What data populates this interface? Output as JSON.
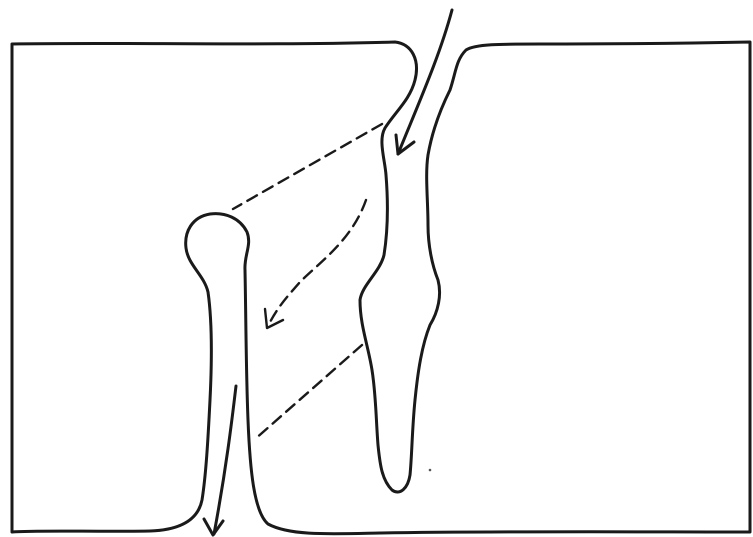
{
  "figure": {
    "type": "hand-drawn line diagram",
    "ink_color": "#1a1a1a",
    "background_color": "#ffffff",
    "elements": [
      "slab-outline",
      "upper-channel",
      "lower-channel",
      "inflow-arrow",
      "outflow-arrow",
      "translation-arrow",
      "translation-guide-lines"
    ]
  }
}
